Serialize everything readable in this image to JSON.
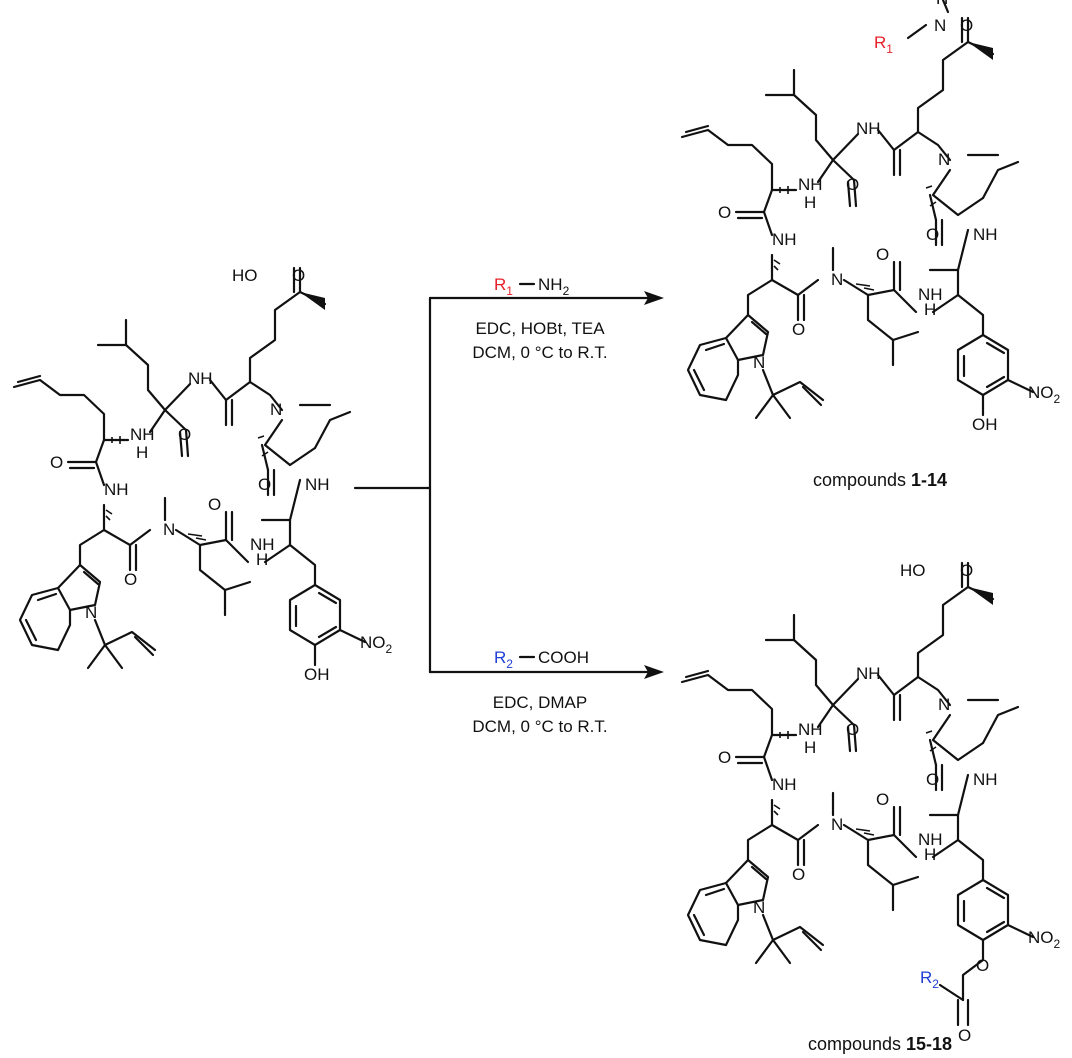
{
  "colors": {
    "r1": "#e8202a",
    "r2": "#1f3fd6",
    "ink": "#111111",
    "background": "#ffffff"
  },
  "reagents": {
    "top": {
      "r_symbol": "R",
      "r_index": "1",
      "amine": "NH",
      "amine_sub": "2",
      "line1": "EDC, HOBt, TEA",
      "line2": "DCM, 0 °C to R.T."
    },
    "bottom": {
      "r_symbol": "R",
      "r_index": "2",
      "acid": "COOH",
      "line1": "EDC, DMAP",
      "line2": "DCM, 0 °C to R.T."
    }
  },
  "labels": {
    "HO": "HO",
    "O": "O",
    "NH": "NH",
    "H": "H",
    "N": "N",
    "OH": "OH",
    "NO": "NO",
    "sub2": "2",
    "R": "R",
    "sub1": "1"
  },
  "captions": {
    "top": {
      "text": "compounds ",
      "bold": "1-14"
    },
    "bottom": {
      "text": "compounds ",
      "bold": "15-18"
    }
  }
}
